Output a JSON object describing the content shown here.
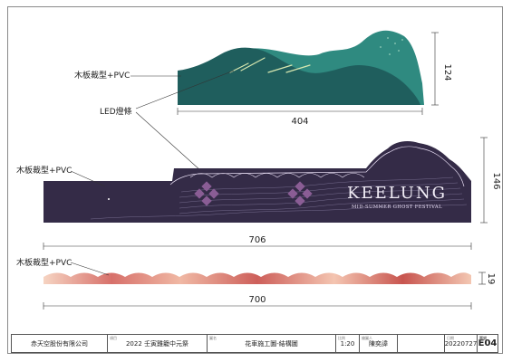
{
  "callouts": {
    "wood_pvc_top": "木板裁型+PVC",
    "led_strip": "LED燈條",
    "wood_pvc_middle": "木板裁型+PVC",
    "wood_pvc_bottom": "木板裁型+PVC"
  },
  "dimensions": {
    "mountain_width": "404",
    "mountain_height": "124",
    "banner_width": "706",
    "banner_height": "146",
    "wave_width": "700",
    "wave_height": "19"
  },
  "banner": {
    "title": "KEELUNG",
    "subtitle": "MID-SUMMER GHOST FESTIVAL"
  },
  "title_block": {
    "company": "赤天空股份有限公司",
    "project_tag": "項目",
    "project": "2022 壬寅雞籠中元祭",
    "drawing_tag": "圖名",
    "drawing": "花車施工圖-結構圖",
    "scale_tag": "比例",
    "scale": "1:20",
    "designer_tag": "繪圖人",
    "designer": "陳奕諱",
    "date_tag": "日期",
    "date": "20220727",
    "number_tag": "圖號",
    "number": "E04"
  },
  "colors": {
    "mountain_dark": "#1f5e5d",
    "mountain_light": "#2f8a80",
    "banner": "#342b47",
    "diamond": "#8a5d95",
    "wave_light": "#f3c7b2",
    "wave_dark": "#c8554f"
  }
}
